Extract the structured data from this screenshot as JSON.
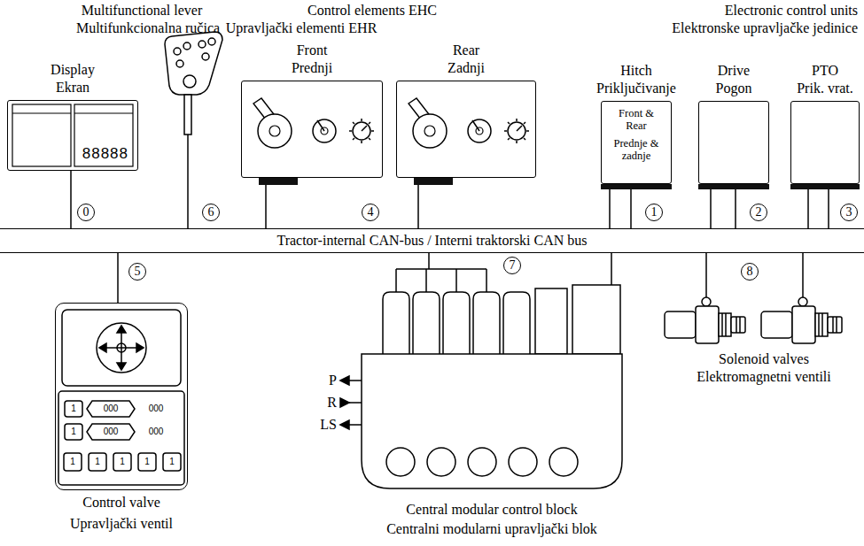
{
  "diagram": {
    "nodes": [
      {
        "text": [
          "Display",
          "Ekran",
          "88888"
        ]
      },
      {
        "text": [
          "Front",
          "Prednji"
        ]
      },
      {
        "text": [
          "Rear",
          "Zadnji"
        ]
      },
      {
        "text": [
          "Hitch",
          "Priključivanje",
          "Front & Rear",
          "Prednje & zadnje"
        ]
      },
      {
        "text": [
          "Drive",
          "Pogon"
        ]
      },
      {
        "text": [
          "PTO",
          "Prik. vrat."
        ]
      },
      {
        "text": [
          "Tractor-internal CAN-bus / Interni traktorski CAN bus"
        ]
      },
      {
        "text": [
          "Control valve",
          "Upravljački ventil"
        ]
      }
    ],
    "edges": [
      {
        "from": 0,
        "to": 6,
        "arrow": "none"
      },
      {
        "from": 1,
        "to": 6,
        "arrow": "none"
      },
      {
        "from": 2,
        "to": 6,
        "arrow": "none"
      },
      {
        "from": 3,
        "to": 6,
        "arrow": "none"
      },
      {
        "from": 3,
        "to": 6,
        "arrow": "none"
      },
      {
        "from": 4,
        "to": 6,
        "arrow": "none"
      },
      {
        "from": 4,
        "to": 6,
        "arrow": "none"
      },
      {
        "from": 5,
        "to": 6,
        "arrow": "none"
      },
      {
        "from": 5,
        "to": 6,
        "arrow": "none"
      },
      {
        "from": 7,
        "to": 6,
        "arrow": "none"
      }
    ],
    "labels": [
      "Multifunctional lever",
      "Multifunkcionalna ručica",
      "Control elements EHC",
      "Upravljački elementi EHR",
      "Electronic control units",
      "Elektronske upravljačke jedinice",
      "0",
      "6",
      "4",
      "1",
      "2",
      "3",
      "5",
      "7",
      "8",
      "P",
      "R",
      "LS",
      "1",
      "000",
      "000",
      "1",
      "000",
      "000",
      "1",
      "1",
      "1",
      "1",
      "1",
      "Central modular control block",
      "Centralni modularni upravljački blok",
      "Solenoid valves",
      "Elektromagnetni ventili"
    ]
  }
}
